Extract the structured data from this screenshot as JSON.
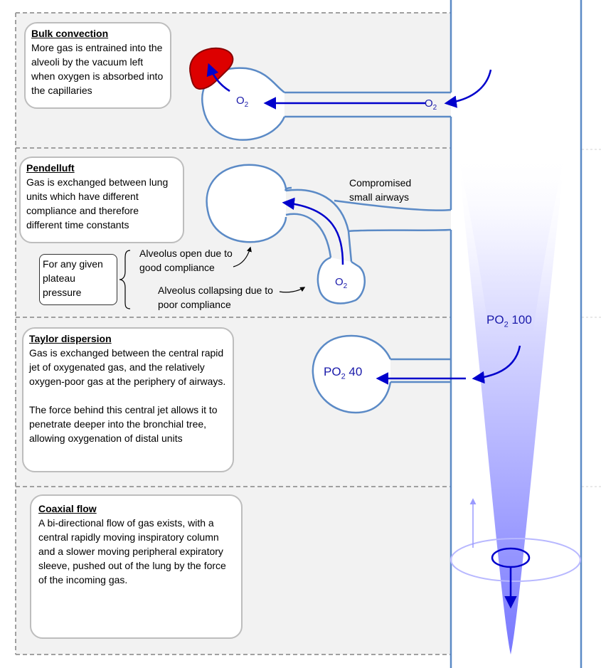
{
  "sections": {
    "bulk_convection": {
      "title": "Bulk convection",
      "body": "More gas is entrained into the alveoli by the vacuum left when oxygen is absorbed into the capillaries"
    },
    "pendelluft": {
      "title": "Pendelluft",
      "body": "Gas is exchanged between lung units which have different compliance and therefore different time constants"
    },
    "taylor_dispersion": {
      "title": "Taylor dispersion",
      "body": "Gas is exchanged between the central rapid jet of oxygenated gas, and the relatively oxygen-poor gas at the periphery of airways.\n\nThe force behind this central jet allows it to penetrate deeper into the bronchial tree, allowing oxygenation of distal units"
    },
    "coaxial_flow": {
      "title": "Coaxial flow",
      "body": "A  bi-directional flow of gas exists, with a central rapidly moving inspiratory column and a slower moving peripheral expiratory sleeve, pushed out of the lung by the force of the incoming gas."
    }
  },
  "labels": {
    "o2_base": "O",
    "o2_sub": "2",
    "po2_base": "PO",
    "po2_sub": "2",
    "po2_alveolus_value": "40",
    "po2_airway_value": "100",
    "compromised_airways": "Compromised\nsmall airways",
    "plateau_pressure": "For any given\nplateau\npressure",
    "alveolus_open": "Alveolus open due to\ngood compliance",
    "alveolus_collapsing": "Alveolus collapsing due to\npoor compliance"
  },
  "colors": {
    "panel_bg": "#f2f2f2",
    "airway_outline": "#5b8ac6",
    "arrow_blue": "#0000cc",
    "capillary_red": "#e00000",
    "jet_blue": "#8080ff"
  }
}
